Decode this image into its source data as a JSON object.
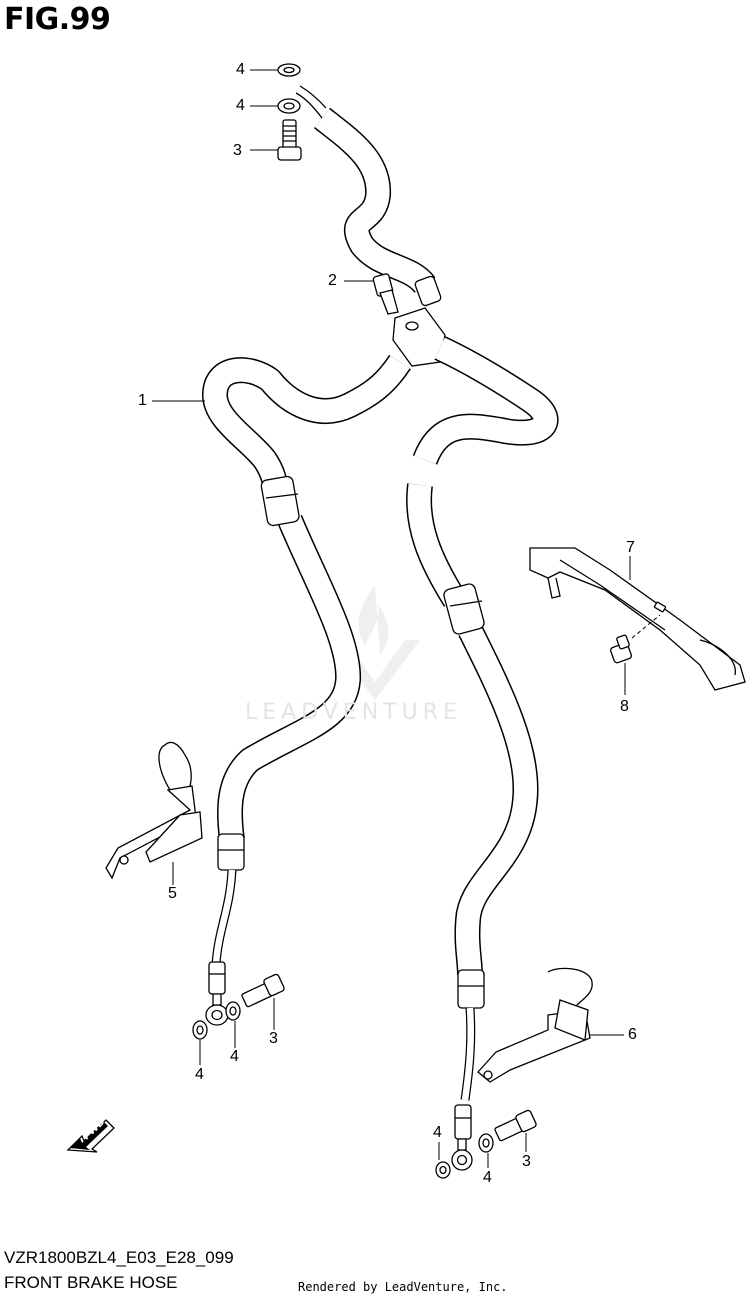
{
  "figure": {
    "title": "FIG.99"
  },
  "callouts": [
    {
      "id": "c1",
      "label": "1"
    },
    {
      "id": "c2",
      "label": "2"
    },
    {
      "id": "c3a",
      "label": "3"
    },
    {
      "id": "c3b",
      "label": "3"
    },
    {
      "id": "c3c",
      "label": "3"
    },
    {
      "id": "c4a",
      "label": "4"
    },
    {
      "id": "c4b",
      "label": "4"
    },
    {
      "id": "c4c",
      "label": "4"
    },
    {
      "id": "c4d",
      "label": "4"
    },
    {
      "id": "c4e",
      "label": "4"
    },
    {
      "id": "c4f",
      "label": "4"
    },
    {
      "id": "c5",
      "label": "5"
    },
    {
      "id": "c6",
      "label": "6"
    },
    {
      "id": "c7",
      "label": "7"
    },
    {
      "id": "c8",
      "label": "8"
    }
  ],
  "watermark": {
    "text": "LEADVENTURE"
  },
  "direction_marker": {
    "text": "FWD"
  },
  "footer": {
    "diagram_code": "VZR1800BZL4_E03_E28_099",
    "diagram_name": "FRONT BRAKE HOSE",
    "credit": "Rendered by LeadVenture, Inc."
  }
}
